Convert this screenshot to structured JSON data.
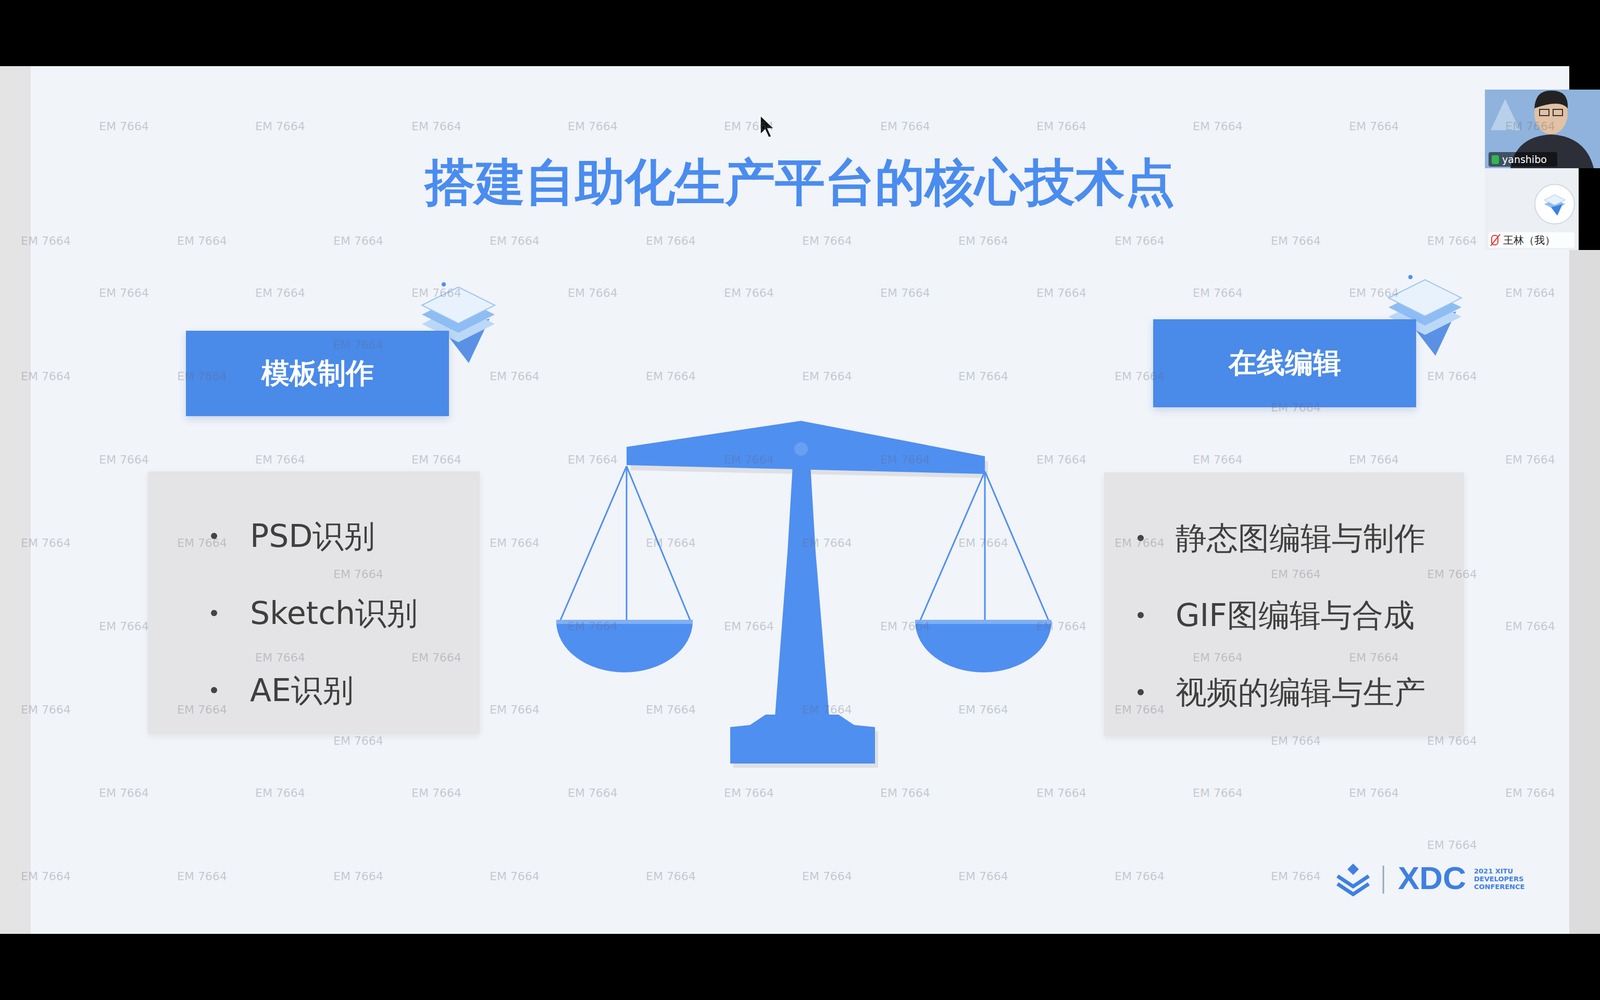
{
  "diagram": {
    "title": "搭建自助化生产平台的核心技术点",
    "nodes": [
      {
        "text": [
          "模板制作"
        ]
      },
      {
        "text": [
          "PSD识别",
          "Sketch识别",
          "AE识别"
        ]
      },
      {
        "text": [
          "在线编辑"
        ]
      },
      {
        "text": [
          "静态图编辑与制作",
          "GIF图编辑与合成",
          "视频的编辑与生产"
        ]
      }
    ],
    "labels": [
      "yanshibo",
      "王林（我）",
      "XDC",
      "2021 XITU DEVELOPERS CONFERENCE",
      "EM 7664",
      "EM 7664",
      "EM 7664",
      "EM 7664",
      "EM 7664",
      "EM 7664",
      "EM 7664",
      "EM 7664",
      "EM 7664",
      "EM 7664",
      "EM 7664",
      "EM 7664",
      "EM 7664",
      "EM 7664",
      "EM 7664",
      "EM 7664",
      "EM 7664",
      "EM 7664",
      "EM 7664",
      "EM 7664",
      "EM 7664",
      "EM 7664",
      "EM 7664",
      "EM 7664",
      "EM 7664",
      "EM 7664",
      "EM 7664",
      "EM 7664",
      "EM 7664",
      "EM 7664",
      "EM 7664",
      "EM 7664",
      "EM 7664",
      "EM 7664",
      "EM 7664",
      "EM 7664",
      "EM 7664",
      "EM 7664",
      "EM 7664",
      "EM 7664",
      "EM 7664",
      "EM 7664",
      "EM 7664",
      "EM 7664",
      "EM 7664",
      "EM 7664",
      "EM 7664",
      "EM 7664",
      "EM 7664",
      "EM 7664",
      "EM 7664",
      "EM 7664",
      "EM 7664",
      "EM 7664",
      "EM 7664",
      "EM 7664",
      "EM 7664",
      "EM 7664",
      "EM 7664",
      "EM 7664",
      "EM 7664",
      "EM 7664",
      "EM 7664",
      "EM 7664",
      "EM 7664",
      "EM 7664",
      "EM 7664",
      "EM 7664",
      "EM 7664",
      "EM 7664",
      "EM 7664",
      "EM 7664",
      "EM 7664",
      "EM 7664",
      "EM 7664",
      "EM 7664",
      "EM 7664",
      "EM 7664",
      "EM 7664",
      "EM 7664",
      "EM 7664",
      "EM 7664",
      "EM 7664",
      "EM 7664",
      "EM 7664",
      "EM 7664",
      "EM 7664",
      "EM 7664",
      "EM 7664",
      "EM 7664",
      "EM 7664",
      "EM 7664",
      "EM 7664",
      "EM 7664",
      "EM 7664",
      "EM 7664",
      "EM 7664",
      "EM 7664",
      "EM 7664",
      "EM 7664"
    ]
  }
}
